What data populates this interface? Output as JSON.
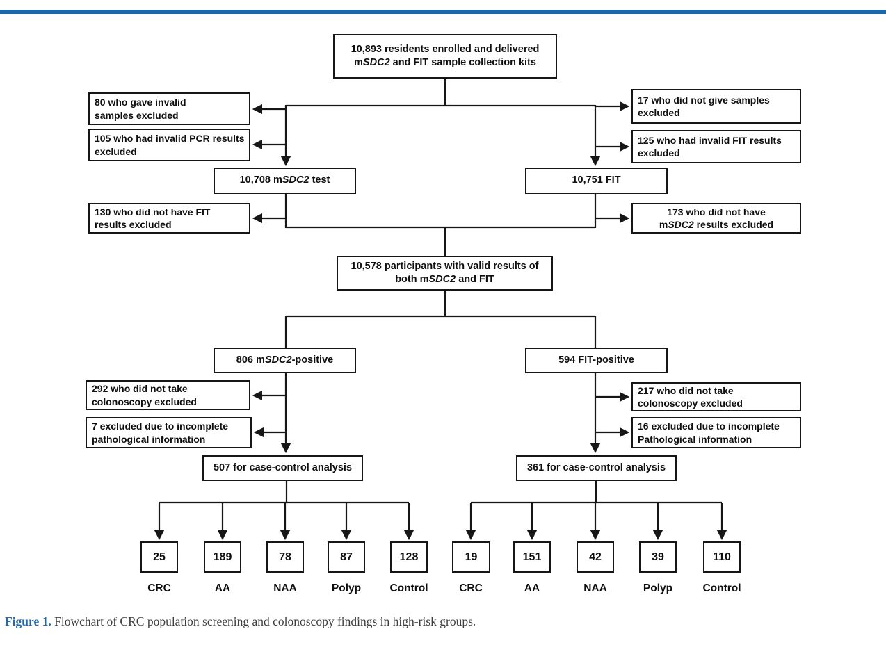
{
  "page": {
    "accent_bar_color": "#1c69ac",
    "background_color": "#ffffff",
    "line_color": "#161616"
  },
  "caption": {
    "label": "Figure 1.",
    "text": " Flowchart of CRC population screening and colonoscopy findings in high-risk groups.",
    "label_color": "#2468a6"
  },
  "flowchart": {
    "enrolled": {
      "pre": "10,893 residents enrolled and delivered m",
      "it": "SDC2",
      "post": " and FIT sample collection kits"
    },
    "excluded_invalid_samples": "80 who gave invalid samples excluded",
    "excluded_invalid_pcr": "105 who had invalid PCR results excluded",
    "excluded_no_samples": "17 who did not give samples excluded",
    "excluded_invalid_fit": "125 who had invalid FIT results excluded",
    "msdc2_test": {
      "pre": "10,708 m",
      "it": "SDC2",
      "post": " test"
    },
    "fit_test": "10,751 FIT",
    "excluded_no_fit_results": "130 who did not have FIT results excluded",
    "excluded_no_msdc2_results": {
      "pre": "173 who did not have m",
      "it": "SDC2",
      "post": " results excluded"
    },
    "valid_both": {
      "pre": "10,578 participants with valid results of both m",
      "it": "SDC2",
      "post": " and FIT"
    },
    "msdc2_positive": {
      "pre": "806 m",
      "it": "SDC2",
      "post": "-positive"
    },
    "fit_positive": "594 FIT-positive",
    "excluded_no_colonoscopy_msdc2": "292 who did not take colonoscopy excluded",
    "excluded_incomplete_pathology_msdc2": "7 excluded due to incomplete pathological information",
    "excluded_no_colonoscopy_fit": "217 who did not take colonoscopy excluded",
    "excluded_incomplete_pathology_fit": "16 excluded due to incomplete Pathological information",
    "case_control_msdc2": "507 for case-control analysis",
    "case_control_fit": "361 for case-control analysis",
    "outcomes_msdc2": [
      {
        "value": "25",
        "label": "CRC"
      },
      {
        "value": "189",
        "label": "AA"
      },
      {
        "value": "78",
        "label": "NAA"
      },
      {
        "value": "87",
        "label": "Polyp"
      },
      {
        "value": "128",
        "label": "Control"
      }
    ],
    "outcomes_fit": [
      {
        "value": "19",
        "label": "CRC"
      },
      {
        "value": "151",
        "label": "AA"
      },
      {
        "value": "42",
        "label": "NAA"
      },
      {
        "value": "39",
        "label": "Polyp"
      },
      {
        "value": "110",
        "label": "Control"
      }
    ]
  }
}
